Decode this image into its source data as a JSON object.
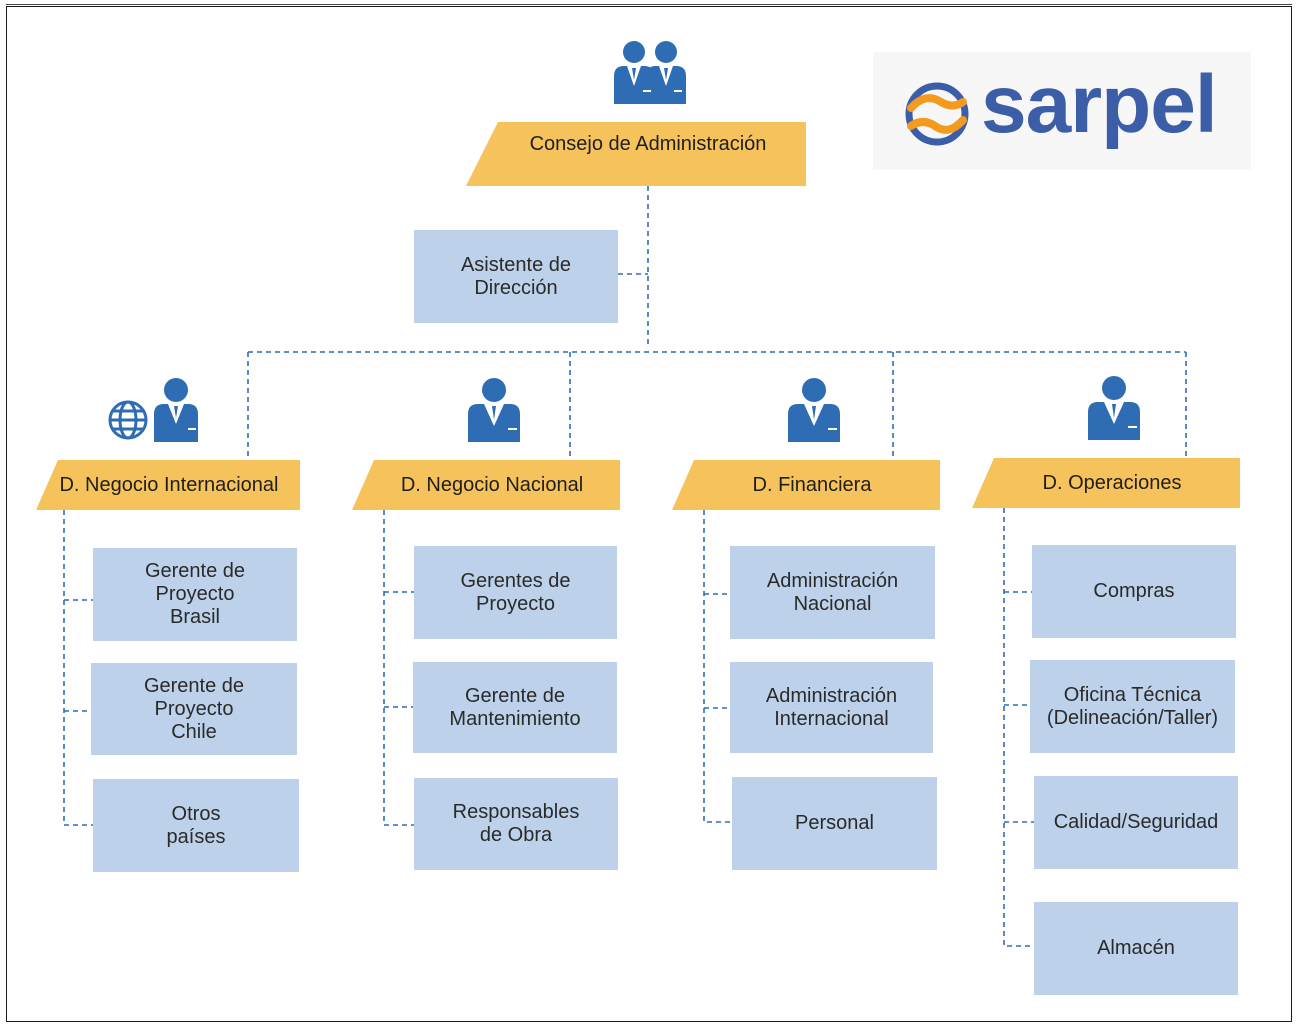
{
  "logo": {
    "text": "sarpel"
  },
  "board": {
    "label": "Consejo de Administración"
  },
  "assistant": {
    "label": "Asistente de\nDirección"
  },
  "departments": [
    {
      "label": "D. Negocio Internacional",
      "units": [
        "Gerente de\nProyecto\nBrasil",
        "Gerente de\nProyecto\nChile",
        "Otros\npaíses"
      ]
    },
    {
      "label": "D. Negocio Nacional",
      "units": [
        "Gerentes de\nProyecto",
        "Gerente de\nMantenimiento",
        "Responsables\nde Obra"
      ]
    },
    {
      "label": "D. Financiera",
      "units": [
        "Administración\nNacional",
        "Administración\nInternacional",
        "Personal"
      ]
    },
    {
      "label": "D. Operaciones",
      "units": [
        "Compras",
        "Oficina Técnica\n(Delineación/Taller)",
        "Calidad/Seguridad",
        "Almacén"
      ]
    }
  ],
  "colors": {
    "banner": "#f6c25c",
    "box": "#bdd2ea",
    "icon": "#2e6db4",
    "connector": "#2e6db4",
    "logo_orange": "#f39a1f",
    "logo_blue": "#3c5da8"
  },
  "icons": [
    "executives-icon",
    "globe-icon",
    "manager-icon"
  ]
}
